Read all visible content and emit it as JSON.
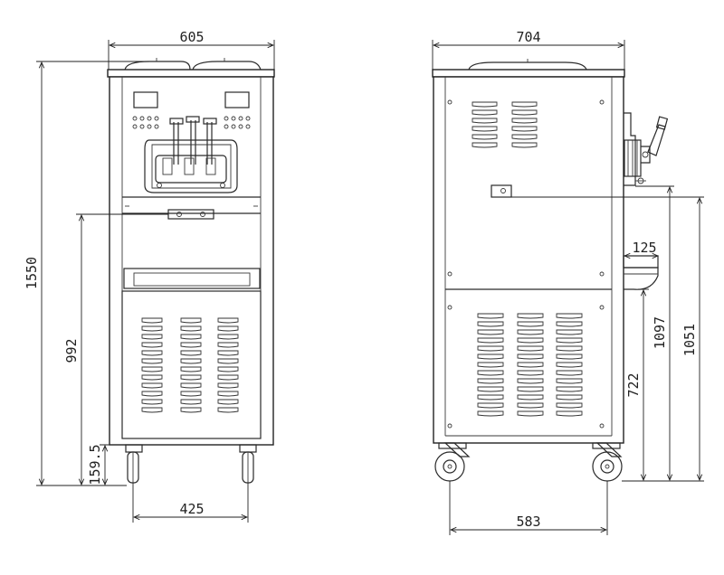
{
  "front_view": {
    "width_label": "605",
    "height_label": "1550",
    "dispenser_height_label": "992",
    "caster_height_label": "159.5",
    "caster_spacing_label": "425"
  },
  "side_view": {
    "depth_label": "704",
    "handle_depth_label": "125",
    "dispenser_height_label": "1097",
    "tray_height_label": "1051",
    "drip_height_label": "722",
    "caster_spacing_label": "583"
  }
}
